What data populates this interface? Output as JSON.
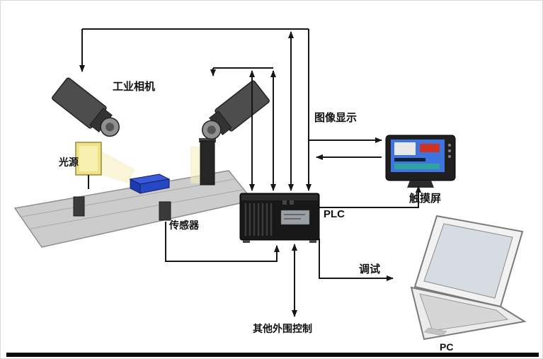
{
  "diagram": {
    "labels": {
      "industrial_camera": "工业相机",
      "light_source": "光源",
      "sensor": "传感器",
      "image_display": "图像显示",
      "touch_screen": "触摸屏",
      "plc": "PLC",
      "debug": "调试",
      "other_peripheral": "其他外围控制",
      "pc": "PC"
    },
    "colors": {
      "background": "#ffffff",
      "line": "#161616",
      "text": "#111111",
      "camera_body": "#4d4d4d",
      "light_panel": "#efe289",
      "conveyor": "#cccccc",
      "product_box": "#3a5bd9",
      "plc_body": "#181818",
      "screen_frame": "#1f1f1f",
      "screen_blue": "#3f74e0",
      "screen_red": "#cc3322",
      "screen_teal": "#2fa3a0",
      "laptop": "#f2f2f2"
    }
  }
}
